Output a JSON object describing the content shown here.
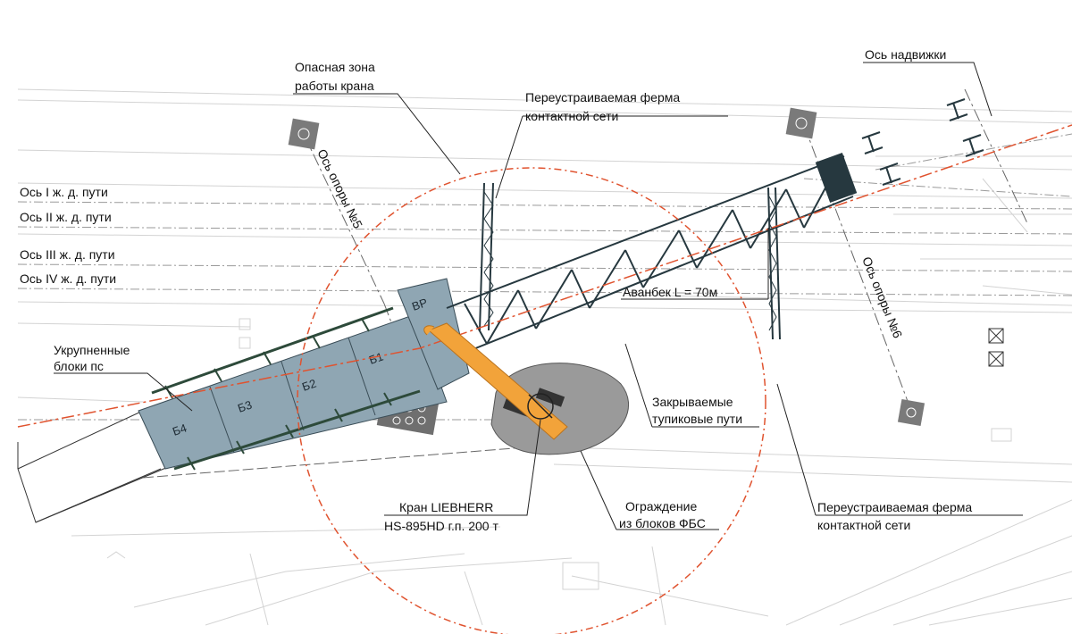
{
  "labels": {
    "danger_zone_1": "Опасная зона",
    "danger_zone_2": "работы крана",
    "truss_top_1": "Переустраиваемая ферма",
    "truss_top_2": "контактной сети",
    "axis_push": "Ось надвижки",
    "track_1": "Ось I ж. д. пути",
    "track_2": "Ось II ж. д. пути",
    "track_3": "Ось III ж. д. пути",
    "track_4": "Ось IV ж. д. пути",
    "pier_5": "Ось опоры №5",
    "pier_6": "Ось опоры №6",
    "avanbek": "Аванбек L = 70м",
    "blocks_1": "Укрупненные",
    "blocks_2": "блоки пс",
    "dead_end_1": "Закрываемые",
    "dead_end_2": "тупиковые пути",
    "crane_1": "Кран LIEBHERR",
    "crane_2": "HS-895HD г.п. 200 т",
    "fence_1": "Ограждение",
    "fence_2": "из блоков ФБС",
    "truss_bottom_1": "Переустраиваемая ферма",
    "truss_bottom_2": "контактной сети"
  },
  "blocks": [
    "Б4",
    "Б3",
    "Б2",
    "Б1",
    "ВР"
  ],
  "colors": {
    "danger_circle": "#e0532f",
    "axis_line": "#e0532f",
    "span_fill": "#8fa6b3",
    "crane_boom": "#f2a33a",
    "crane_pad": "#9a9a9a",
    "truss": "#26383f"
  }
}
